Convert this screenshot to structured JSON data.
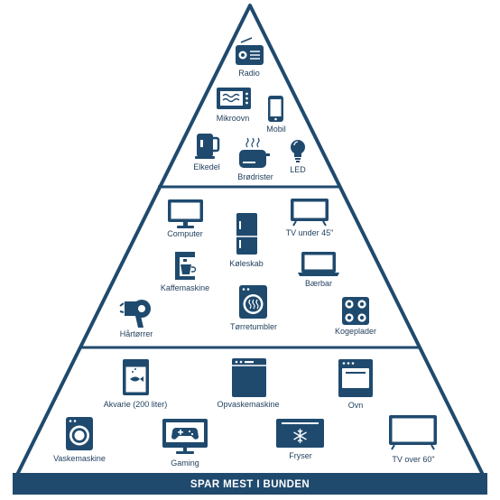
{
  "colors": {
    "primary": "#1f4a6e",
    "text": "#1f3d5c",
    "background": "#ffffff"
  },
  "footer": {
    "label": "SPAR MEST I BUNDEN"
  },
  "tiers": {
    "top": {
      "items": [
        {
          "label": "Radio",
          "icon": "radio-icon"
        },
        {
          "label": "Mikroovn",
          "icon": "microwave-icon"
        },
        {
          "label": "Mobil",
          "icon": "mobile-phone-icon"
        },
        {
          "label": "Elkedel",
          "icon": "kettle-icon"
        },
        {
          "label": "Brødrister",
          "icon": "toaster-icon"
        },
        {
          "label": "LED",
          "icon": "light-bulb-icon"
        }
      ]
    },
    "middle": {
      "items": [
        {
          "label": "Computer",
          "icon": "monitor-icon"
        },
        {
          "label": "TV under 45\"",
          "icon": "tv-icon"
        },
        {
          "label": "Køleskab",
          "icon": "fridge-icon"
        },
        {
          "label": "Kaffemaskine",
          "icon": "coffee-machine-icon"
        },
        {
          "label": "Bærbar",
          "icon": "laptop-icon"
        },
        {
          "label": "Hårtørrer",
          "icon": "hair-dryer-icon"
        },
        {
          "label": "Tørretumbler",
          "icon": "tumble-dryer-icon"
        },
        {
          "label": "Kogeplader",
          "icon": "hob-icon"
        }
      ]
    },
    "bottom": {
      "items": [
        {
          "label": "Akvarie (200 liter)",
          "icon": "aquarium-icon"
        },
        {
          "label": "Opvaskemaskine",
          "icon": "dishwasher-icon"
        },
        {
          "label": "Ovn",
          "icon": "oven-icon"
        },
        {
          "label": "Vaskemaskine",
          "icon": "washing-machine-icon"
        },
        {
          "label": "Gaming",
          "icon": "gaming-icon"
        },
        {
          "label": "Fryser",
          "icon": "freezer-icon"
        },
        {
          "label": "TV over 60\"",
          "icon": "large-tv-icon"
        }
      ]
    }
  }
}
